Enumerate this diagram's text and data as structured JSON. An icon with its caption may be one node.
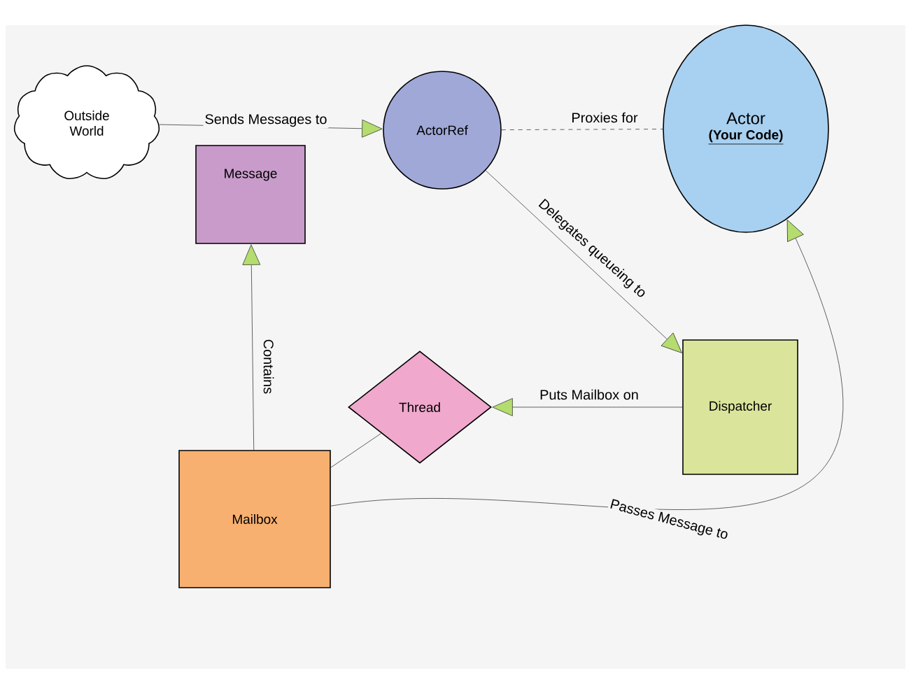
{
  "diagram": {
    "nodes": [
      {
        "text": [
          "Outside World"
        ]
      },
      {
        "text": [
          "ActorRef"
        ]
      },
      {
        "text": [
          "Actor",
          "(Your Code)"
        ]
      },
      {
        "text": [
          "Message"
        ]
      },
      {
        "text": [
          "Thread"
        ]
      },
      {
        "text": [
          "Dispatcher"
        ]
      },
      {
        "text": [
          "Mailbox"
        ]
      }
    ],
    "edges": [
      {
        "from": 0,
        "to": 1,
        "arrow": "to",
        "label": "Sends Messages to"
      },
      {
        "from": 1,
        "to": 2,
        "arrow": "none",
        "label": "Proxies for",
        "style": "dashed"
      },
      {
        "from": 1,
        "to": 5,
        "arrow": "to",
        "label": "Delegates queueing to"
      },
      {
        "from": 5,
        "to": 4,
        "arrow": "to",
        "label": "Puts Mailbox on"
      },
      {
        "from": 6,
        "to": 3,
        "arrow": "to",
        "label": "Contains"
      },
      {
        "from": 6,
        "to": 4,
        "arrow": "none"
      },
      {
        "from": 6,
        "to": 2,
        "arrow": "to",
        "label": "Passes Message to"
      }
    ]
  }
}
